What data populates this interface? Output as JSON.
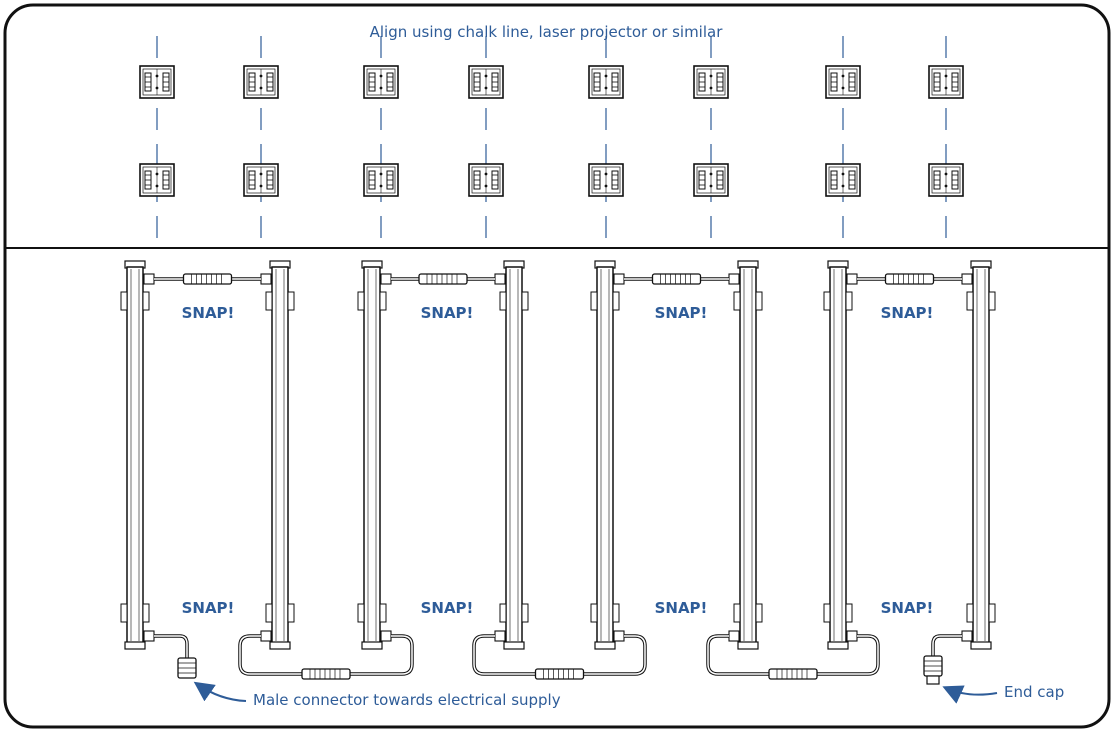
{
  "colors": {
    "accent": "#2e5c98",
    "ink": "#111111",
    "background": "#ffffff"
  },
  "top_section": {
    "instruction": "Align using chalk line, laser projector or similar",
    "bracket_columns": 8,
    "bracket_rows": 2
  },
  "bottom_section": {
    "bar_pairs": 4,
    "snap_label": "SNAP!",
    "male_connector_label": "Male connector towards electrical supply",
    "end_cap_label": "End cap"
  }
}
